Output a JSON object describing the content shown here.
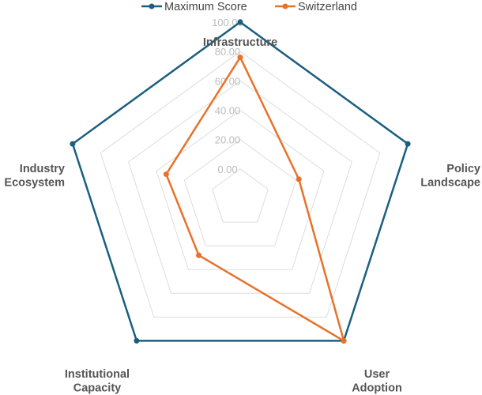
{
  "chart_data": {
    "type": "radar",
    "axes": [
      "Infrastructure",
      "Policy Landscape",
      "User Adoption",
      "Institutional Capacity",
      "Industry Ecosystem"
    ],
    "axis_label_lines": [
      [
        "Infrastructure"
      ],
      [
        "Policy",
        "Landscape"
      ],
      [
        "User",
        "Adoption"
      ],
      [
        "Institutional",
        "Capacity"
      ],
      [
        "Industry",
        "Ecosystem"
      ]
    ],
    "ticks": [
      "0.00",
      "20.00",
      "40.00",
      "60.00",
      "80.00",
      "100.00"
    ],
    "range": [
      -20,
      100
    ],
    "grid": true,
    "legend_position": "top",
    "series": [
      {
        "name": "Maximum Score",
        "color": "#1a5f7f",
        "values": [
          100,
          100,
          100,
          100,
          100
        ]
      },
      {
        "name": "Switzerland",
        "color": "#e8722a",
        "values": [
          76,
          22,
          100,
          28,
          33
        ]
      }
    ]
  }
}
